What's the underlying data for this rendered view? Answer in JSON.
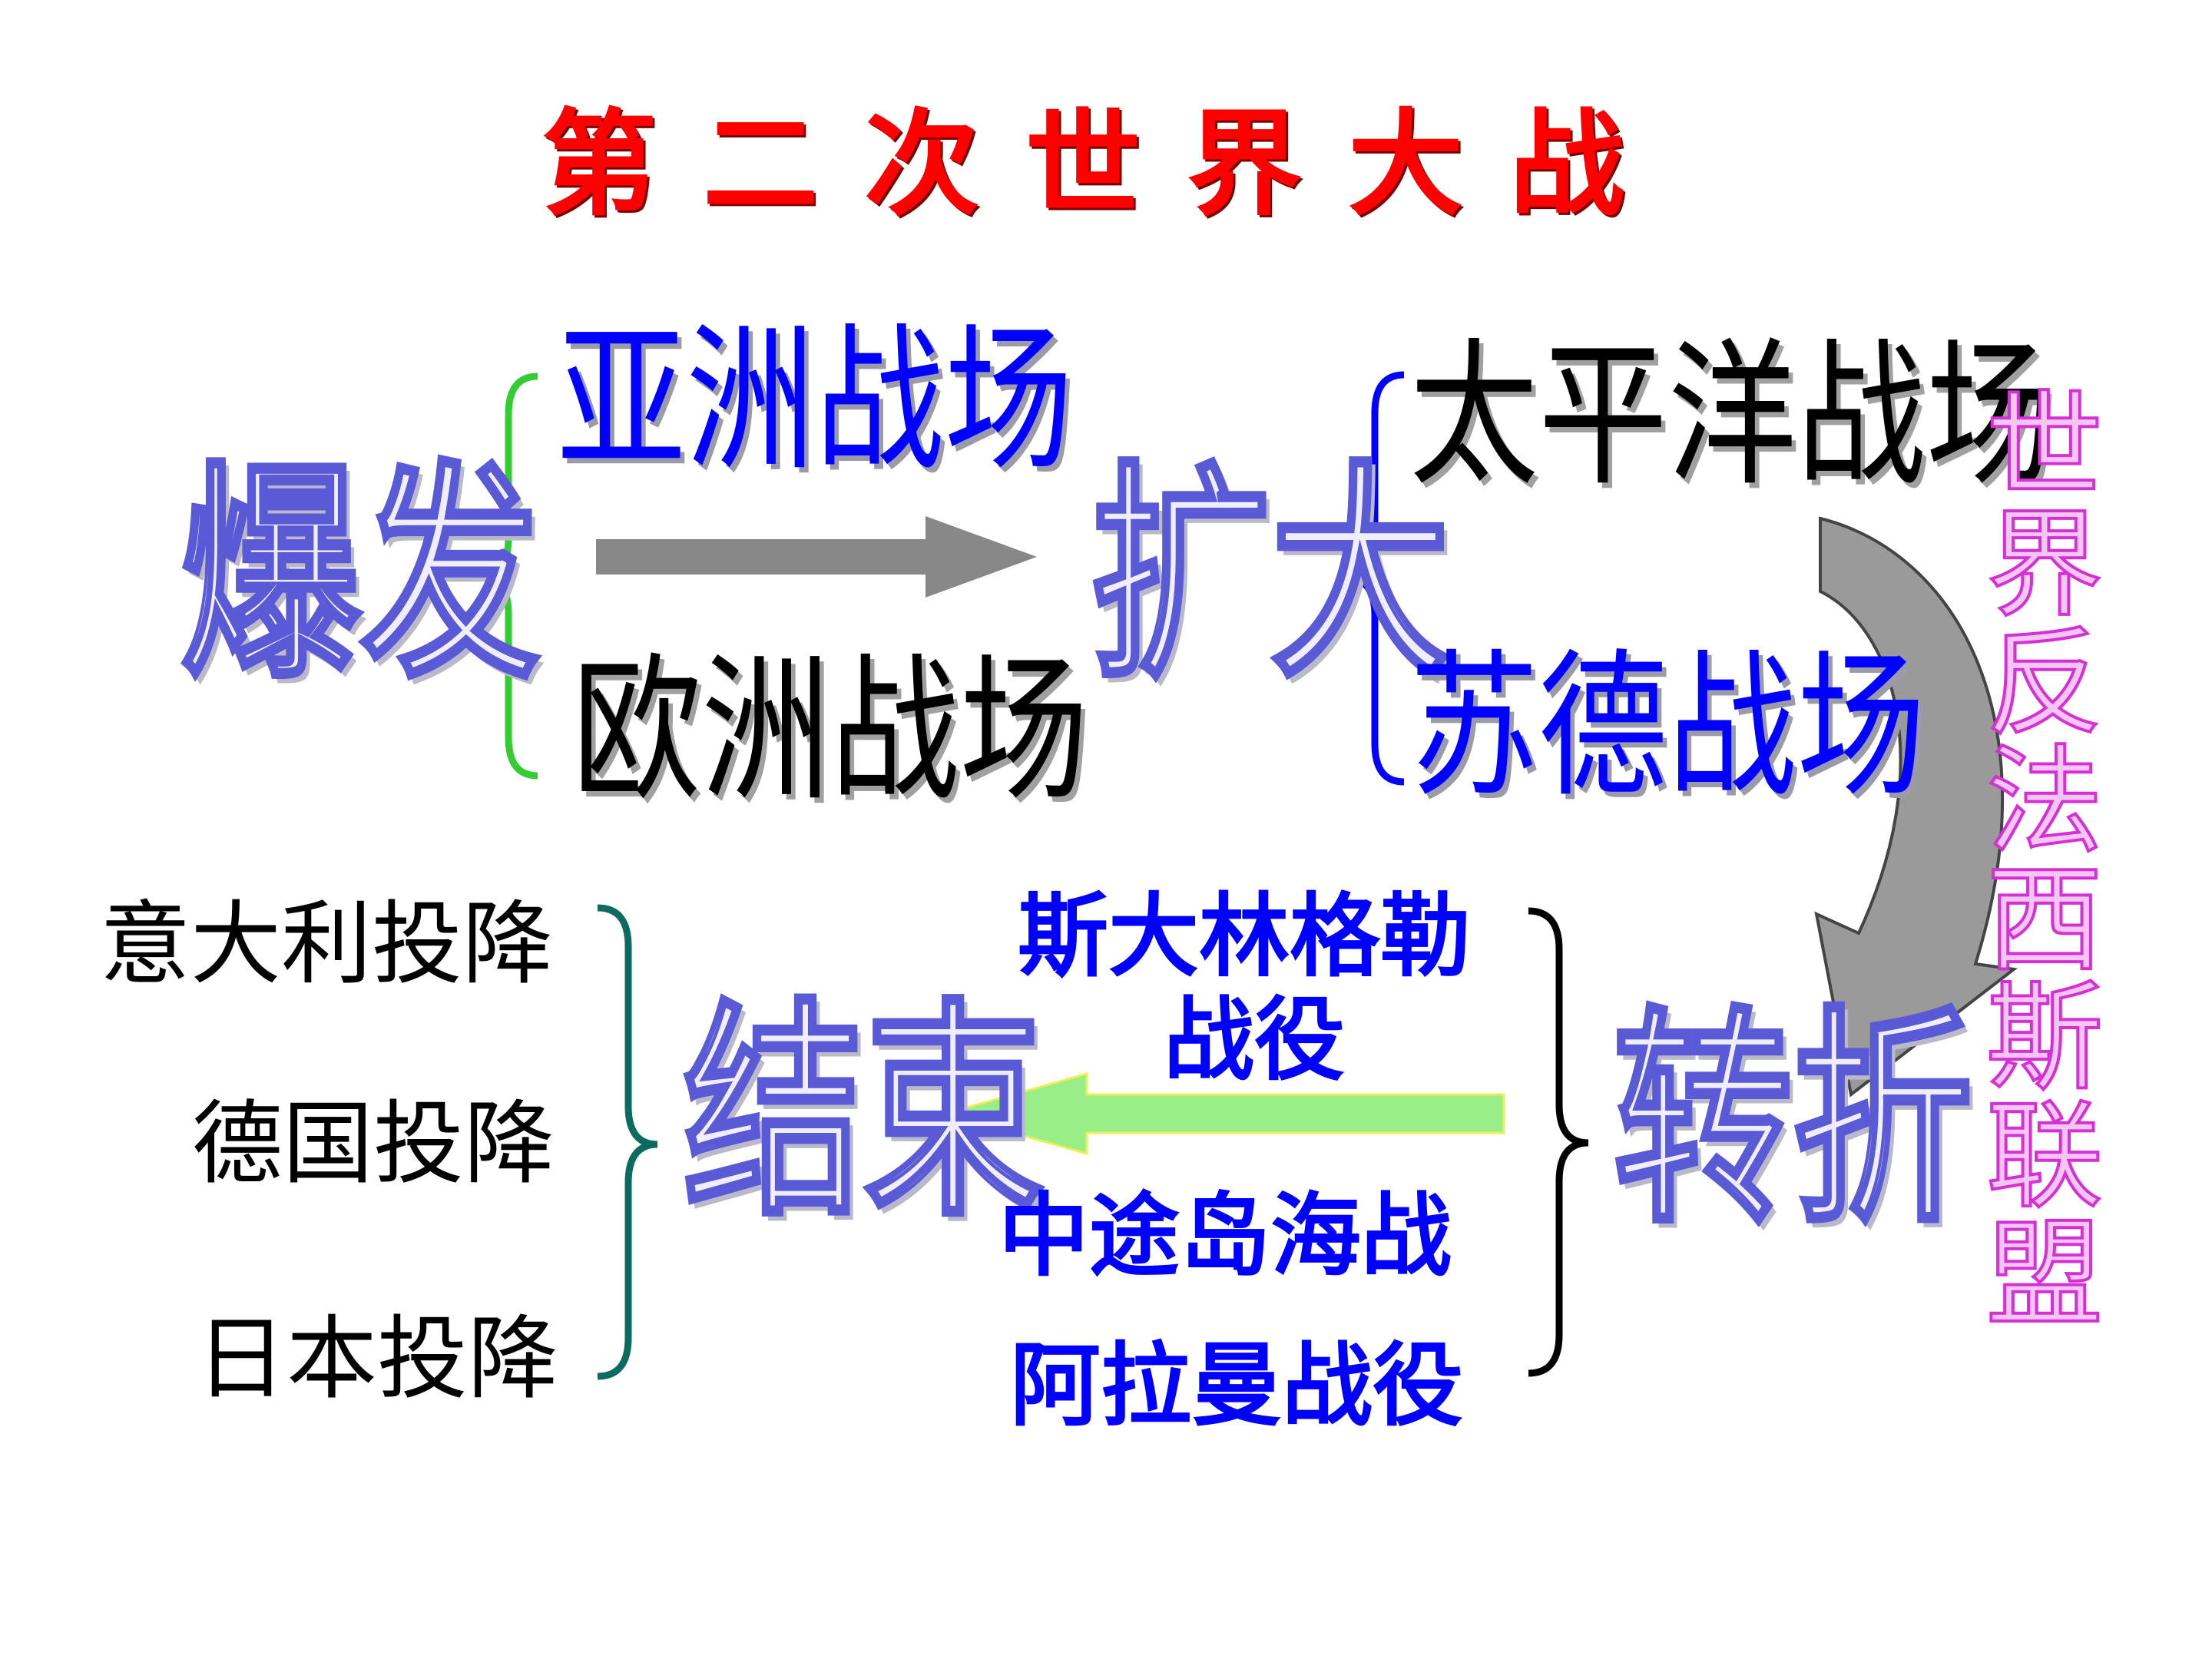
{
  "title": "第二次世界大战",
  "stages": {
    "outbreak": "爆发",
    "expansion": "扩大",
    "turning": "转折",
    "end": "结束"
  },
  "theatres": {
    "asia": "亚洲战场",
    "europe": "欧洲战场",
    "pacific": "太平洋战场",
    "soviet_german": "苏德战场"
  },
  "battles": {
    "stalingrad_line1": "斯大林格勒",
    "stalingrad_line2": "战役",
    "midway": "中途岛海战",
    "el_alamein": "阿拉曼战役"
  },
  "surrenders": {
    "italy": "意大利投降",
    "germany": "德国投降",
    "japan": "日本投降"
  },
  "alliance": [
    "世",
    "界",
    "反",
    "法",
    "西",
    "斯",
    "联",
    "盟"
  ],
  "colors": {
    "title": "#ff0000",
    "outline_stroke": "#5a5ad6",
    "blue_text": "#0000ff",
    "green_brace": "#33cc33",
    "blue_brace": "#0000ff",
    "teal_brace": "#0b6b60",
    "gray_arrow": "#888888",
    "light_green_arrow": "#99ee88",
    "alliance_stroke": "#d62fd6"
  }
}
